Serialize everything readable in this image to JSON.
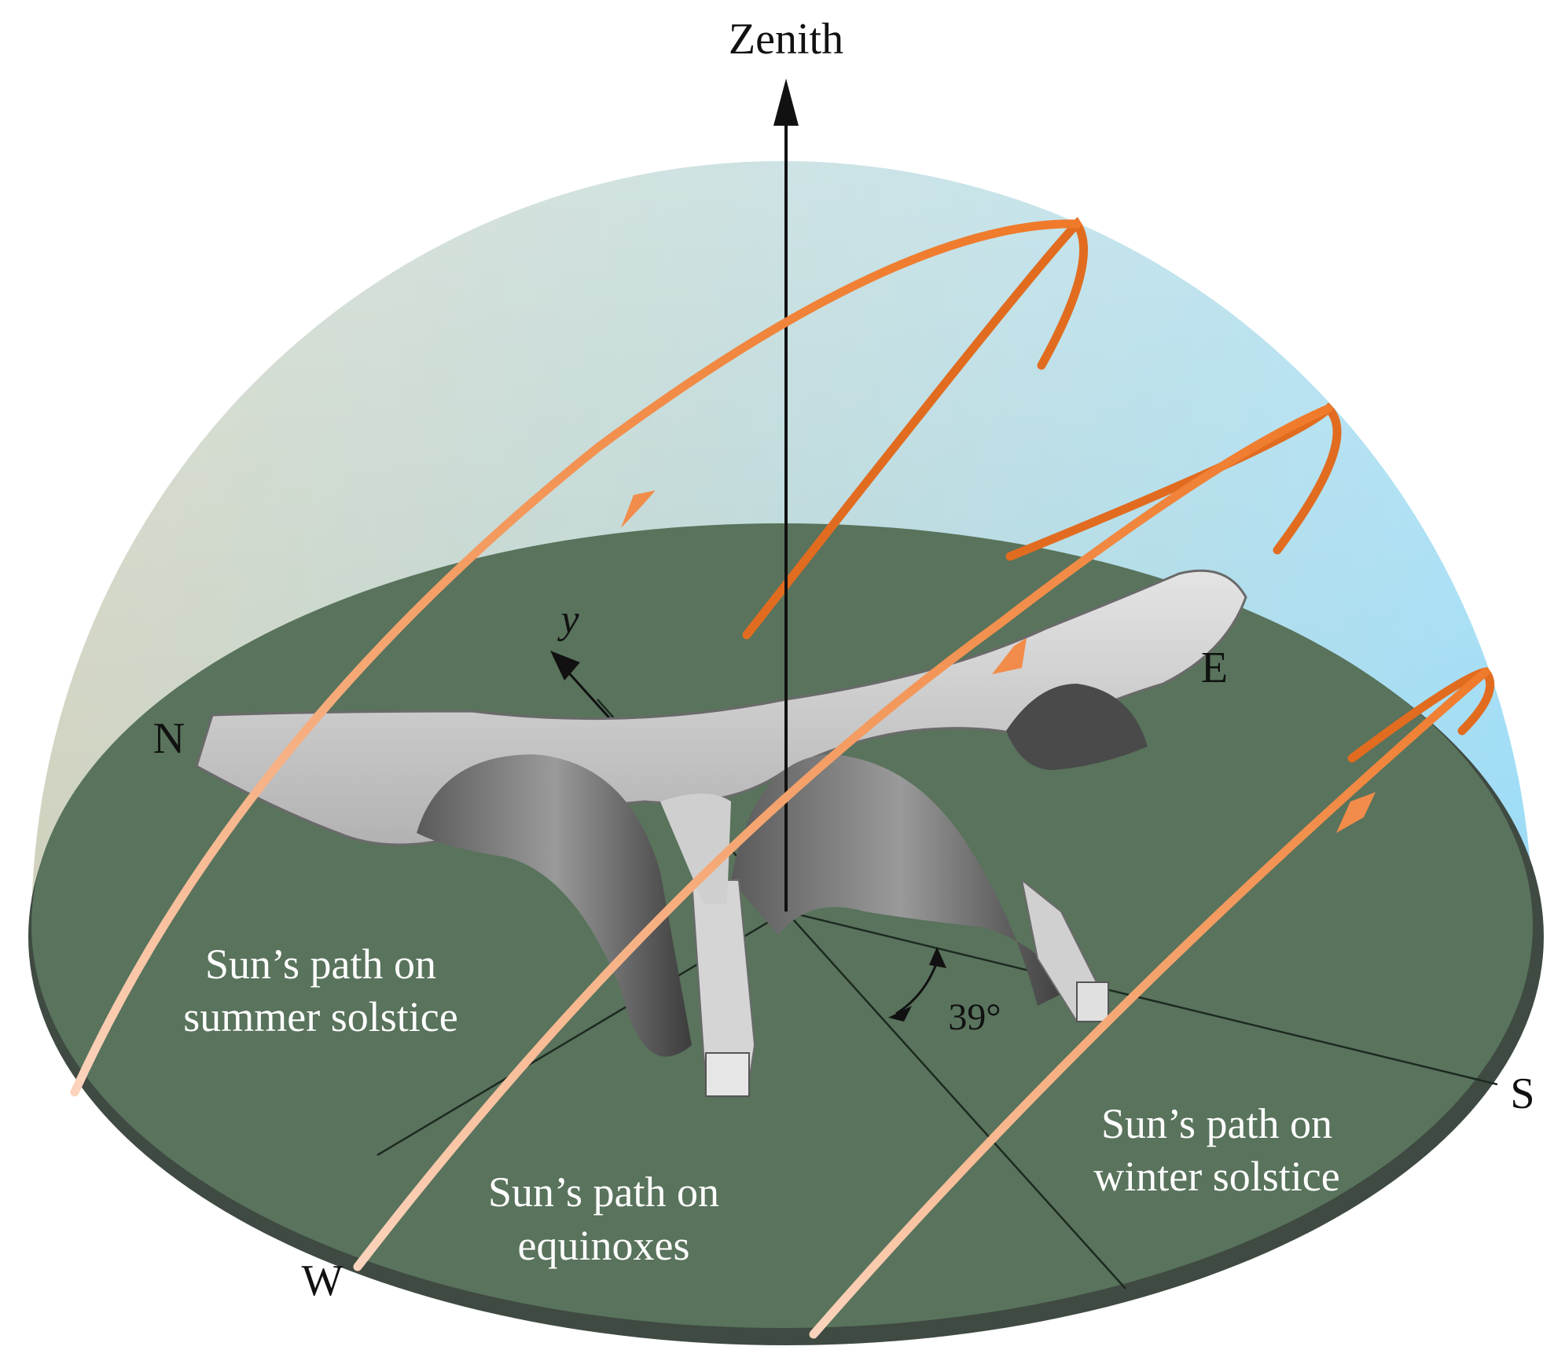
{
  "labels": {
    "zenith": "Zenith",
    "north": "N",
    "east": "E",
    "south": "S",
    "west": "W",
    "y_axis": "y",
    "angle": "39°"
  },
  "paths": {
    "summer": {
      "line1": "Sun’s path on",
      "line2": "summer solstice"
    },
    "equinox": {
      "line1": "Sun’s path on",
      "line2": "equinoxes"
    },
    "winter": {
      "line1": "Sun’s path on",
      "line2": "winter solstice"
    }
  },
  "colors": {
    "sky_left": "#c9cdb8",
    "sky_right": "#9fdcf4",
    "ground": "#59735c",
    "ground_edge": "#3f4a42",
    "sun_path": "#ef7a2a",
    "sun_path_light": "#f7b48a",
    "structure": "#c8c8c8"
  }
}
